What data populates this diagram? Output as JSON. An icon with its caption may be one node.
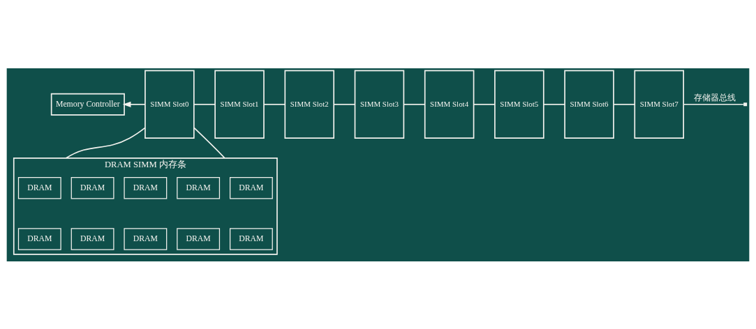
{
  "diagram": {
    "nodes": [
      {
        "text": [
          "Memory Controller"
        ]
      },
      {
        "text": [
          "SIMM Slot0"
        ]
      },
      {
        "text": [
          "SIMM Slot1"
        ]
      },
      {
        "text": [
          "SIMM Slot2"
        ]
      },
      {
        "text": [
          "SIMM Slot3"
        ]
      },
      {
        "text": [
          "SIMM Slot4"
        ]
      },
      {
        "text": [
          "SIMM Slot5"
        ]
      },
      {
        "text": [
          "SIMM Slot6"
        ]
      },
      {
        "text": [
          "SIMM Slot7"
        ]
      },
      {
        "text": [
          "DRAM SIMM 内存条"
        ]
      },
      {
        "text": [
          "DRAM"
        ],
        "in": 9
      },
      {
        "text": [
          "DRAM"
        ],
        "in": 9
      },
      {
        "text": [
          "DRAM"
        ],
        "in": 9
      },
      {
        "text": [
          "DRAM"
        ],
        "in": 9
      },
      {
        "text": [
          "DRAM"
        ],
        "in": 9
      },
      {
        "text": [
          "DRAM"
        ],
        "in": 9
      },
      {
        "text": [
          "DRAM"
        ],
        "in": 9
      },
      {
        "text": [
          "DRAM"
        ],
        "in": 9
      },
      {
        "text": [
          "DRAM"
        ],
        "in": 9
      },
      {
        "text": [
          "DRAM"
        ],
        "in": 9
      }
    ],
    "edges": [
      {
        "from": 1,
        "to": 0,
        "arrow": "to"
      },
      {
        "from": 1,
        "to": 2,
        "arrow": "none"
      },
      {
        "from": 2,
        "to": 3,
        "arrow": "none"
      },
      {
        "from": 3,
        "to": 4,
        "arrow": "none"
      },
      {
        "from": 4,
        "to": 5,
        "arrow": "none"
      },
      {
        "from": 5,
        "to": 6,
        "arrow": "none"
      },
      {
        "from": 6,
        "to": 7,
        "arrow": "none"
      },
      {
        "from": 7,
        "to": 8,
        "arrow": "none"
      },
      {
        "from": 8,
        "to": null,
        "arrow": "to",
        "label": "存储器总线"
      },
      {
        "from": 1,
        "to": 9,
        "arrow": "none"
      },
      {
        "from": 1,
        "to": 9,
        "arrow": "none"
      }
    ]
  }
}
